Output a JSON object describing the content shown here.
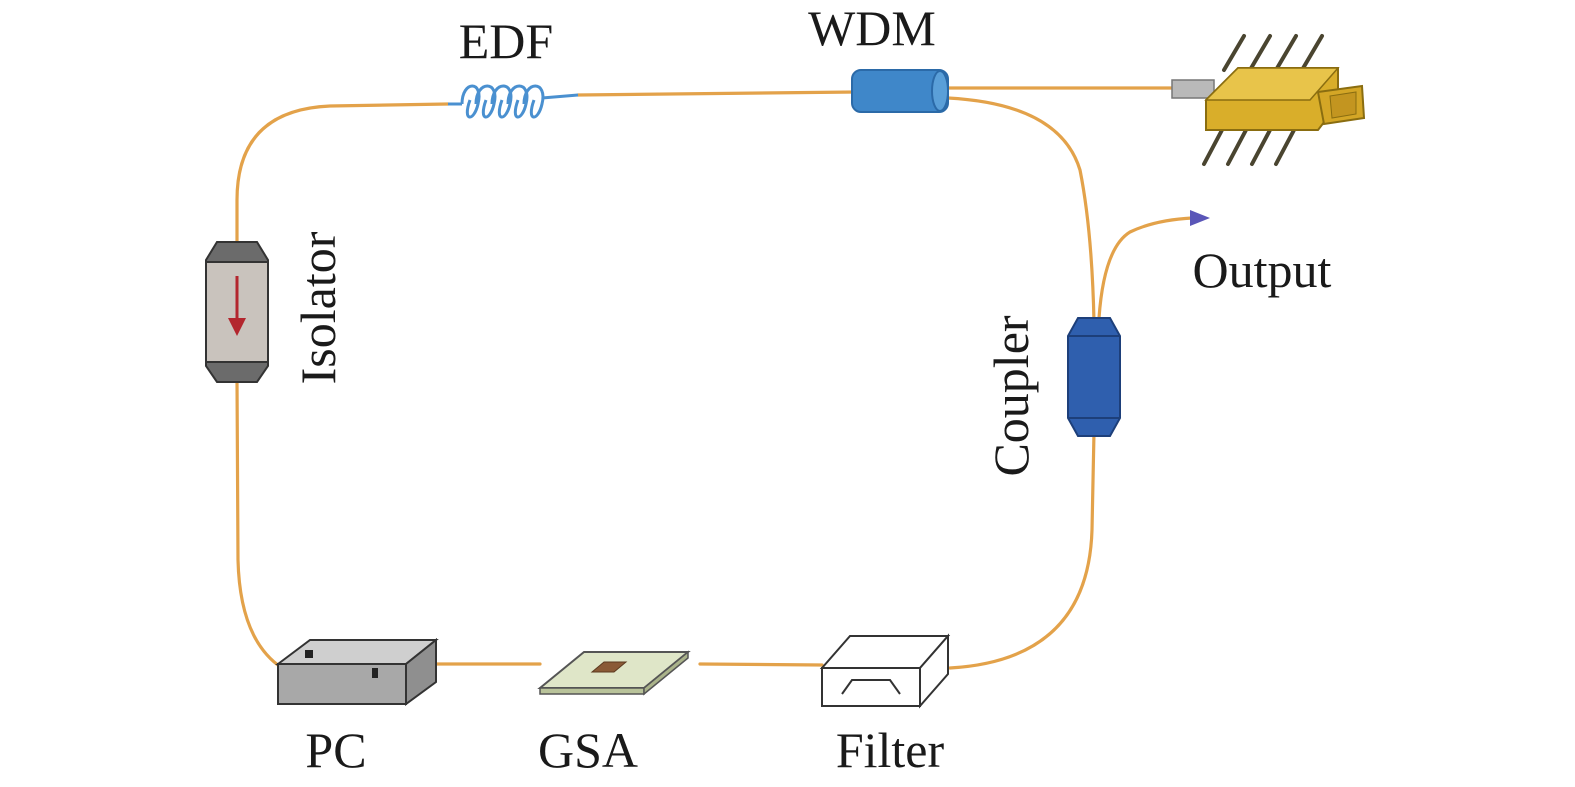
{
  "diagram": {
    "title": "",
    "labels": {
      "edf": "EDF",
      "wdm": "WDM",
      "isolator": "Isolator",
      "coupler": "Coupler",
      "output": "Output",
      "pc": "PC",
      "gsa": "GSA",
      "filter": "Filter"
    },
    "colors": {
      "fiber": "#e3a24a",
      "edf_coil": "#4a90d0",
      "wdm": "#3f87c9",
      "coupler": "#2f5fae",
      "isolator_body": "#c9c3bd",
      "isolator_caps": "#6b6b6b",
      "isolator_arrow": "#b3262e",
      "pump_laser": "#d9ae2a",
      "output_arrow": "#5a56b8",
      "pc_box": "#a8a8a8",
      "gsa_plate": "#dfe6c8",
      "filter_box": "#ffffff"
    },
    "icons": {
      "isolator": "optical-isolator-icon",
      "pump": "pump-laser-diode-icon",
      "edf": "fiber-coil-icon"
    }
  }
}
